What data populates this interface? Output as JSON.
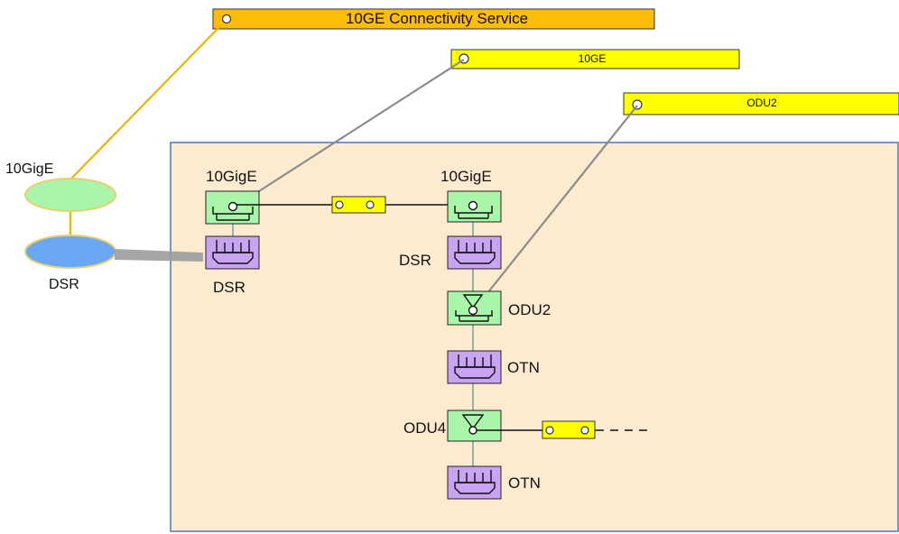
{
  "colors": {
    "orange_bar": "#fbbd08",
    "yellow_bar": "#ffff00",
    "node_green": "#a9f5a9",
    "node_purple": "#c9a4f2",
    "node_blue": "#69a7f2",
    "panel_fill": "#fdebd0",
    "panel_border": "#4a78b5",
    "link_gray": "#8c8c8c",
    "link_orange": "#f0b400"
  },
  "service_bars": {
    "connectivity": "10GE Connectivity Service",
    "ge": "10GE",
    "odu2": "ODU2"
  },
  "left_stack": {
    "top_label": "10GigE",
    "bottom_label": "DSR"
  },
  "node_labels": {
    "a_10gige": "10GigE",
    "a_dsr": "DSR",
    "b_10gige": "10GigE",
    "b_dsr": "DSR",
    "b_odu2": "ODU2",
    "b_otn1": "OTN",
    "b_odu4": "ODU4",
    "b_otn2": "OTN"
  }
}
